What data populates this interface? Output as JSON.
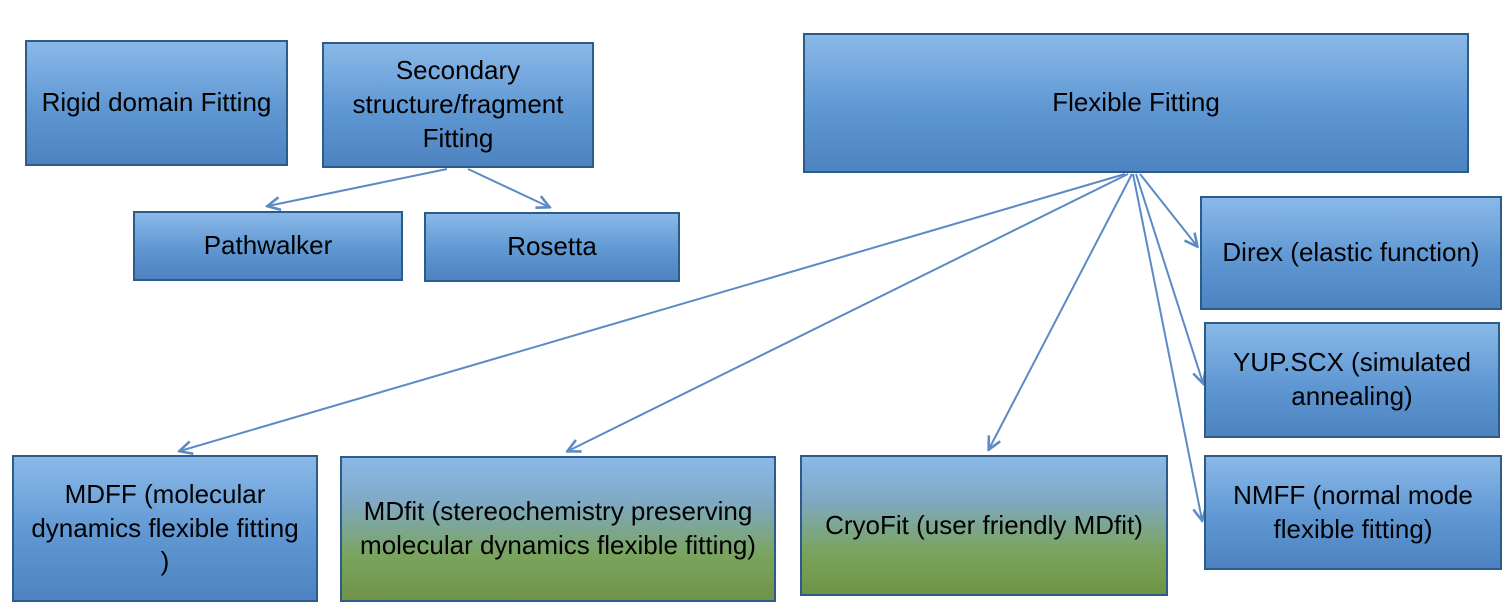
{
  "nodes": {
    "rigid": {
      "label": "Rigid domain Fitting"
    },
    "secondary": {
      "label": "Secondary structure/fragment Fitting"
    },
    "flexible": {
      "label": "Flexible Fitting"
    },
    "pathwalker": {
      "label": "Pathwalker"
    },
    "rosetta": {
      "label": "Rosetta"
    },
    "direx": {
      "label": "Direx (elastic function)"
    },
    "yup_scx": {
      "label": "YUP.SCX (simulated annealing)"
    },
    "nmff": {
      "label": "NMFF (normal mode flexible fitting)"
    },
    "mdff": {
      "label": "MDFF (molecular dynamics flexible fitting )"
    },
    "mdfit": {
      "label": "MDfit (stereochemistry preserving molecular dynamics flexible fitting)"
    },
    "cryofit": {
      "label": "CryoFit (user friendly MDfit)"
    }
  },
  "connectors": [
    {
      "from": "secondary",
      "to": "pathwalker"
    },
    {
      "from": "secondary",
      "to": "rosetta"
    },
    {
      "from": "flexible",
      "to": "mdff"
    },
    {
      "from": "flexible",
      "to": "mdfit"
    },
    {
      "from": "flexible",
      "to": "cryofit"
    },
    {
      "from": "flexible",
      "to": "direx"
    },
    {
      "from": "flexible",
      "to": "yup_scx"
    },
    {
      "from": "flexible",
      "to": "nmff"
    }
  ],
  "colors": {
    "box_gradient_top": "#8ab9e8",
    "box_gradient_bottom": "#4d83c0",
    "box_border": "#2e5c8a",
    "green_gradient_bottom": "#6f9447",
    "connector": "#5b8ac5",
    "text": "#000000",
    "background": "#ffffff"
  }
}
